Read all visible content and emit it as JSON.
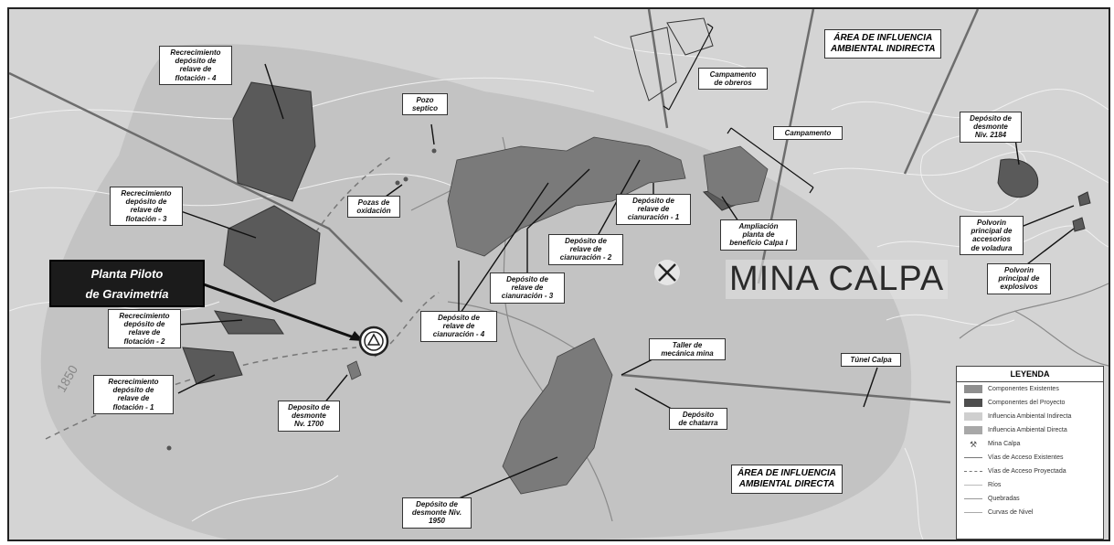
{
  "map": {
    "title": "MINA CALPA",
    "areas": {
      "indirect": "ÁREA DE INFLUENCIA\nAMBIENTAL INDIRECTA",
      "direct": "ÁREA DE INFLUENCIA\nAMBIENTAL DIRECTA"
    },
    "highlight": "Planta Piloto\nde Gravimetría",
    "contour_label": "1850",
    "labels": {
      "rec4": "Recrecimiento\ndepósito de\nrelave de\nflotación - 4",
      "rec3": "Recrecimiento\ndepósito de\nrelave de\nflotación - 3",
      "rec2": "Recrecimiento\ndepósito de\nrelave de\nflotación - 2",
      "rec1": "Recrecimiento\ndepósito de\nrelave de\nflotación - 1",
      "pozo": "Pozo\nseptico",
      "pozas": "Pozas de\noxidación",
      "desm1700": "Deposito de\ndesmonte\nNv. 1700",
      "cian4": "Depósito de\nrelave de\ncianuración - 4",
      "cian3": "Depósito de\nrelave de\ncianuración - 3",
      "cian2": "Depósito de\nrelave de\ncianuración - 2",
      "cian1": "Depósito de\nrelave de\ncianuración - 1",
      "camp_obreros": "Campamento\nde obreros",
      "campamento": "Campamento",
      "ampliacion": "Ampliación\nplanta de\nbeneficio Calpa I",
      "desm2184": "Depósito de\ndesmonte\nNiv. 2184",
      "polvorin_acc": "Polvorin\nprincipal de\naccesorios\nde voladura",
      "polvorin_exp": "Polvorin\nprincipal de\nexplosivos",
      "taller": "Taller de\nmecánica mina",
      "chatarra": "Depósito\nde chatarra",
      "tunel": "Túnel Calpa",
      "desm1950": "Depósito de\ndesmonte Niv.\n1950"
    }
  },
  "legend": {
    "title": "LEYENDA",
    "items": [
      {
        "label": "Componentes Existentes",
        "kind": "fill",
        "color": "#8f8f8f"
      },
      {
        "label": "Componentes del Proyecto",
        "kind": "fill",
        "color": "#4e4e4e"
      },
      {
        "label": "Influencia Ambiental Indirecta",
        "kind": "fill",
        "color": "#cfcfcf"
      },
      {
        "label": "Influencia Ambiental Directa",
        "kind": "fill",
        "color": "#a8a8a8"
      },
      {
        "label": "Mina Calpa",
        "kind": "icon",
        "color": "#555555"
      },
      {
        "label": "Vías de Acceso Existentes",
        "kind": "line",
        "color": "#777777"
      },
      {
        "label": "Vías de Acceso Proyectada",
        "kind": "dash",
        "color": "#777777"
      },
      {
        "label": "Ríos",
        "kind": "line",
        "color": "#bbbbbb"
      },
      {
        "label": "Quebradas",
        "kind": "line",
        "color": "#999999"
      },
      {
        "label": "Curvas de Nivel",
        "kind": "line",
        "color": "#aaaaaa"
      }
    ]
  }
}
